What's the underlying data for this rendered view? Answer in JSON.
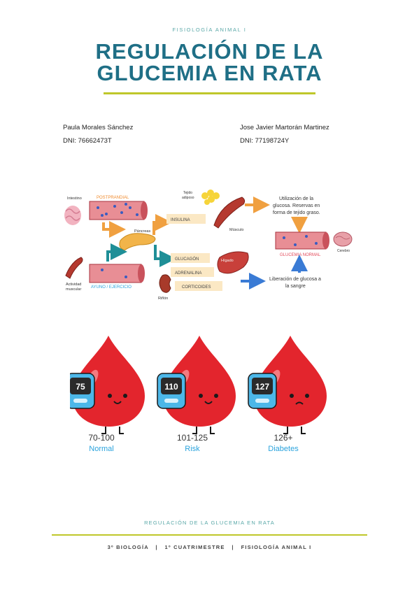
{
  "header": {
    "course": "FISIOLOGÍA ANIMAL I",
    "title_line1": "REGULACIÓN DE LA",
    "title_line2": "GLUCEMIA EN RATA"
  },
  "authors": [
    {
      "name": "Paula Morales Sánchez",
      "dni": "DNI: 76662473T"
    },
    {
      "name": "Jose Javier Martorán Martinez",
      "dni": "DNI: 77198724Y"
    }
  ],
  "diagram": {
    "intestino": "Intestino",
    "postprandial": "POSTPRANDIAL",
    "tejido_adiposo_1": "Tejido",
    "tejido_adiposo_2": "adiposo",
    "pancreas": "Páncreas",
    "insulina": "INSULINA",
    "musculo": "Músculo",
    "utilizacion_1": "Utilización de la",
    "utilizacion_2": "glucosa. Reservas en",
    "utilizacion_3": "forma de tejido graso.",
    "cerebro": "Cerebro",
    "glucemia_normal": "GLUCEMIA NORMAL",
    "glucagon": "GLUCAGÓN",
    "higado": "Hígado",
    "adrenalina": "ADRENALINA",
    "corticoides": "CORTICOIDES",
    "rinon": "Riñón",
    "actividad_1": "Actividad",
    "actividad_2": "muscular",
    "ayuno": "AYUNO / EJERCICIO",
    "liberacion_1": "Liberación de glucosa a",
    "liberacion_2": "la sangre"
  },
  "glucose_levels": [
    {
      "reading": "75",
      "range": "70-100",
      "label": "Normal"
    },
    {
      "reading": "110",
      "range": "101-125",
      "label": "Risk"
    },
    {
      "reading": "127",
      "range": "126+",
      "label": "Diabetes"
    }
  ],
  "footer": {
    "title": "REGULACIÓN DE LA GLUCEMIA EN RATA",
    "meta": "3º BIOLOGÍA   |   1º CUATRIMESTRE   |   FISIOLOGÍA ANIMAL I"
  },
  "colors": {
    "title": "#1f6f86",
    "accent_rule": "#bfc72a",
    "vessel": "#e88e95",
    "label_blue": "#2aa3dd",
    "drop_red": "#e3252d"
  }
}
